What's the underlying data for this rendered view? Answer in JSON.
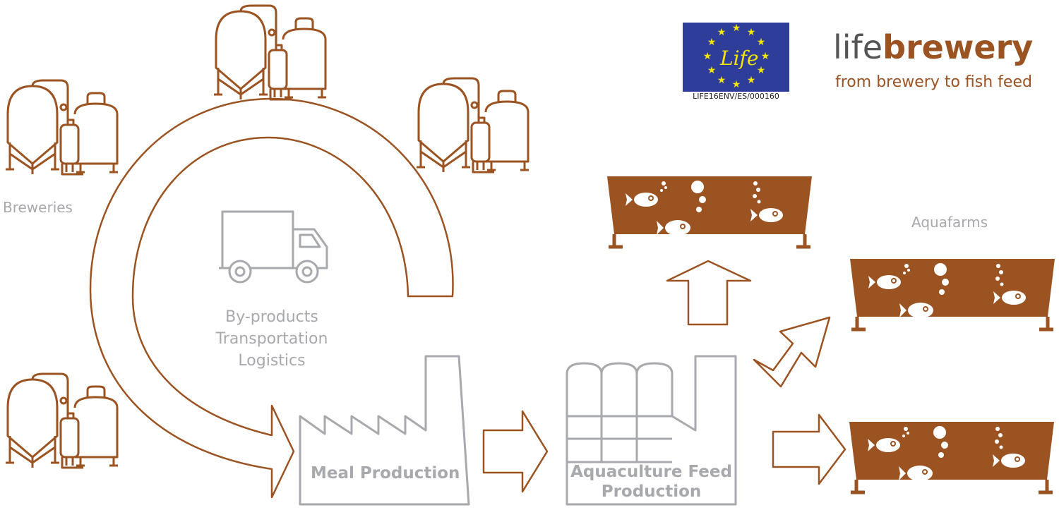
{
  "labels": {
    "breweries": "Breweries",
    "aquafarms": "Aquafarms",
    "transport_line1": "By-products",
    "transport_line2": "Transportation",
    "transport_line3": "Logistics",
    "meal_production": "Meal Production",
    "feed_line1": "Aquaculture Feed",
    "feed_line2": "Production"
  },
  "logo": {
    "eu_text": "Life",
    "eu_code": "LIFE16ENV/ES/000160",
    "brand_light": "life",
    "brand_bold": "brewery",
    "tagline": "from brewery to fish feed"
  },
  "colors": {
    "accent": "#9c5322",
    "gray": "#a7a9ac",
    "eu_blue": "#2f3d9a",
    "eu_star": "#f2e500"
  },
  "icons": [
    "brewery-tanks-icon",
    "truck-icon",
    "factory-icon",
    "feed-plant-icon",
    "fish-tank-icon",
    "arrow-icon"
  ]
}
